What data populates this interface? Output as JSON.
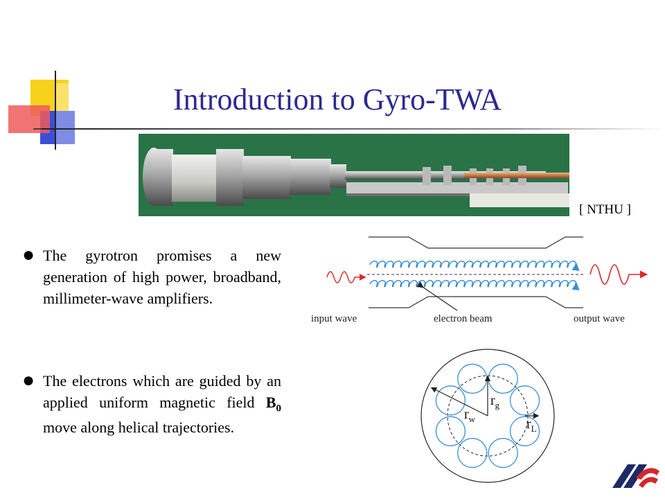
{
  "slide": {
    "title": "Introduction to Gyro-TWA",
    "photo_credit": "[ NTHU ]",
    "bullets": [
      {
        "text": "The gyrotron promises a new generation of high power, broadband, millimeter-wave amplifiers."
      },
      {
        "text_before": "The electrons which are guided by an applied uniform magnetic field ",
        "field_symbol": "B",
        "field_subscript": "0",
        "text_after": " move along helical trajectories."
      }
    ]
  },
  "diagram": {
    "labels": {
      "input": "input wave",
      "beam": "electron beam",
      "output": "output wave"
    }
  },
  "cross_section": {
    "labels": {
      "rg": "r",
      "rg_sub": "g",
      "rw": "r",
      "rw_sub": "w",
      "rl": "r",
      "rl_sub": "L"
    }
  },
  "colors": {
    "title": "#2b2b8f",
    "helix": "#3a8fd6",
    "wave": "#e0272b",
    "circle": "#3a8fd6",
    "logo_red": "#d6262b",
    "logo_navy": "#1c2b66"
  }
}
